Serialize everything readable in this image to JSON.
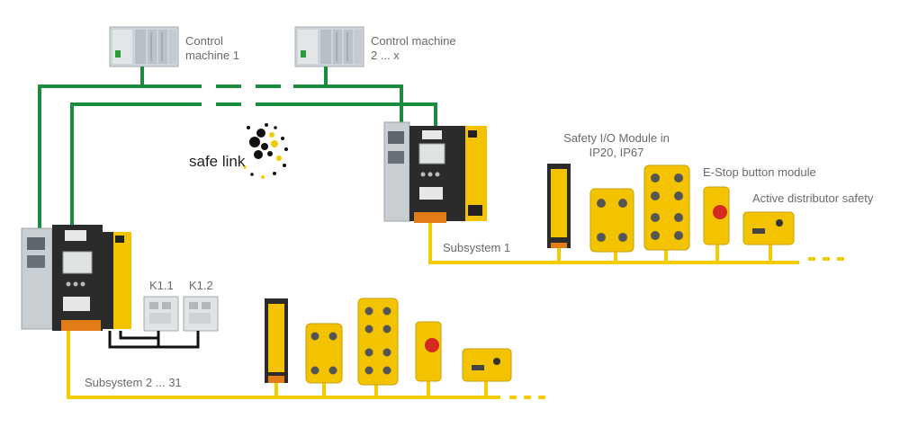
{
  "labels": {
    "control1": "Control machine 1",
    "control2": "Control machine 2 ... x",
    "safelink": "safe link",
    "safety_io": "Safety I/O Module in IP20, IP67",
    "estop": "E-Stop button module",
    "active_distributor": "Active distributor safety",
    "subsystem1": "Subsystem 1",
    "subsystem2": "Subsystem 2 ... 31",
    "k11": "K1.1",
    "k12": "K1.2"
  },
  "colors": {
    "network_line": "#1a8a3c",
    "subsystem_line": "#f2cc00",
    "relay_wire": "#111111",
    "label_text": "#6a6a6a",
    "device_yellow": "#f4c300",
    "device_grey": "#d0d3d6"
  }
}
